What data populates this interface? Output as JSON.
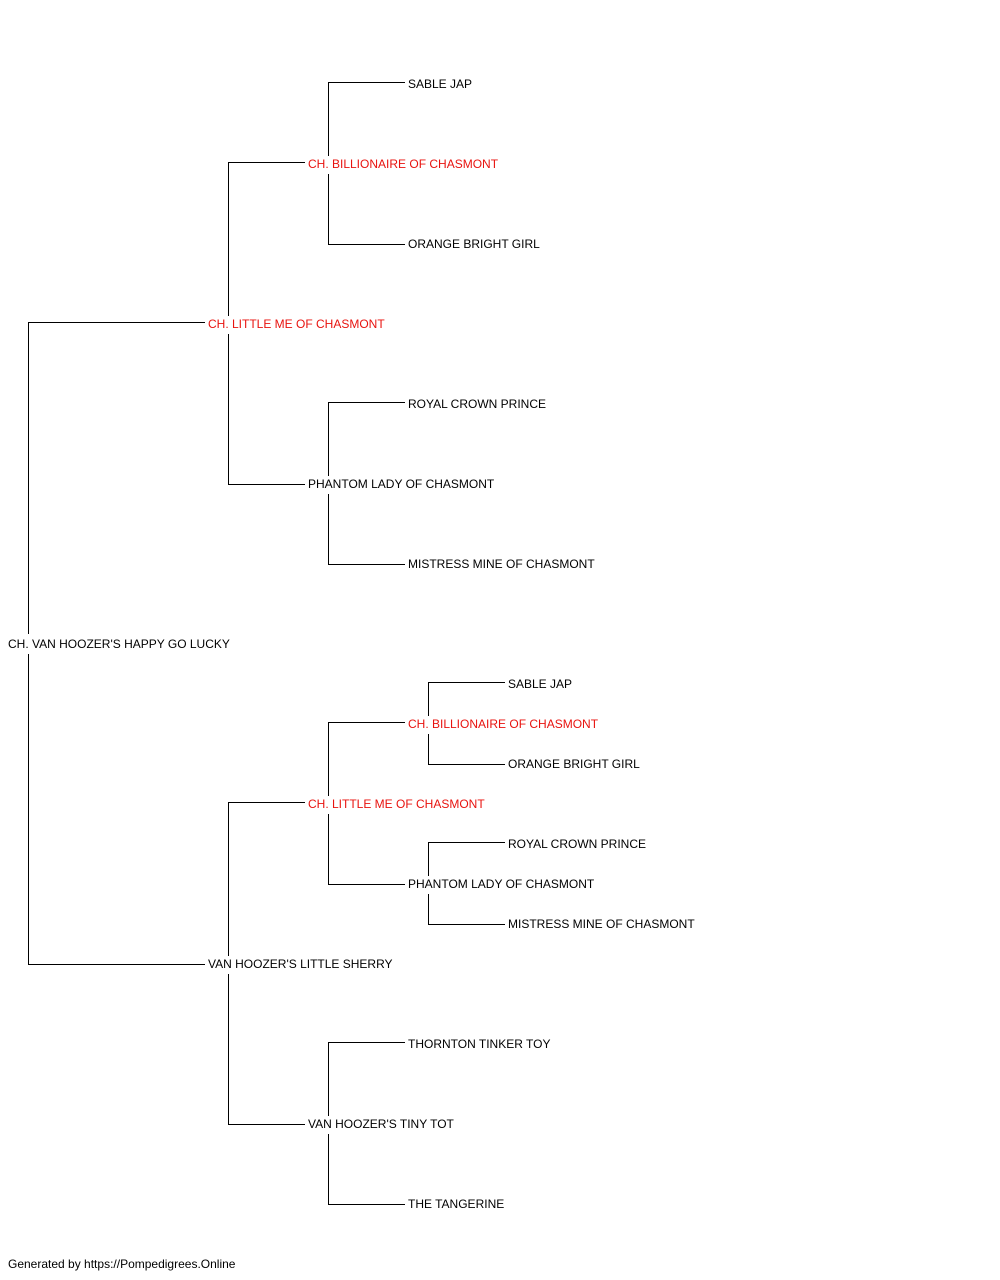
{
  "pedigree": {
    "subject": {
      "name": "CH. VAN HOOZER'S HAPPY GO LUCKY",
      "champion": false
    },
    "sire": {
      "name": "CH. LITTLE ME OF CHASMONT",
      "champion": true
    },
    "sire_sire": {
      "name": "CH. BILLIONAIRE OF CHASMONT",
      "champion": true
    },
    "sire_sire_sire": {
      "name": "SABLE JAP",
      "champion": false
    },
    "sire_sire_dam": {
      "name": "ORANGE BRIGHT GIRL",
      "champion": false
    },
    "sire_dam": {
      "name": "PHANTOM LADY OF CHASMONT",
      "champion": false
    },
    "sire_dam_sire": {
      "name": "ROYAL CROWN PRINCE",
      "champion": false
    },
    "sire_dam_dam": {
      "name": "MISTRESS MINE OF CHASMONT",
      "champion": false
    },
    "dam": {
      "name": "VAN HOOZER'S LITTLE SHERRY",
      "champion": false
    },
    "dam_sire": {
      "name": "CH. LITTLE ME OF CHASMONT",
      "champion": true
    },
    "dam_sire_sire": {
      "name": "CH. BILLIONAIRE OF CHASMONT",
      "champion": true
    },
    "dam_sire_sire_sire": {
      "name": "SABLE JAP",
      "champion": false
    },
    "dam_sire_sire_dam": {
      "name": "ORANGE BRIGHT GIRL",
      "champion": false
    },
    "dam_sire_dam": {
      "name": "PHANTOM LADY OF CHASMONT",
      "champion": false
    },
    "dam_sire_dam_sire": {
      "name": "ROYAL CROWN PRINCE",
      "champion": false
    },
    "dam_sire_dam_dam": {
      "name": "MISTRESS MINE OF CHASMONT",
      "champion": false
    },
    "dam_dam": {
      "name": "VAN HOOZER'S TINY TOT",
      "champion": false
    },
    "dam_dam_sire": {
      "name": "THORNTON TINKER TOY",
      "champion": false
    },
    "dam_dam_dam": {
      "name": "THE TANGERINE",
      "champion": false
    }
  },
  "colors": {
    "champion": "#e8130f",
    "normal": "#000000",
    "line": "#000000"
  },
  "footer": "Generated by https://Pompedigrees.Online"
}
